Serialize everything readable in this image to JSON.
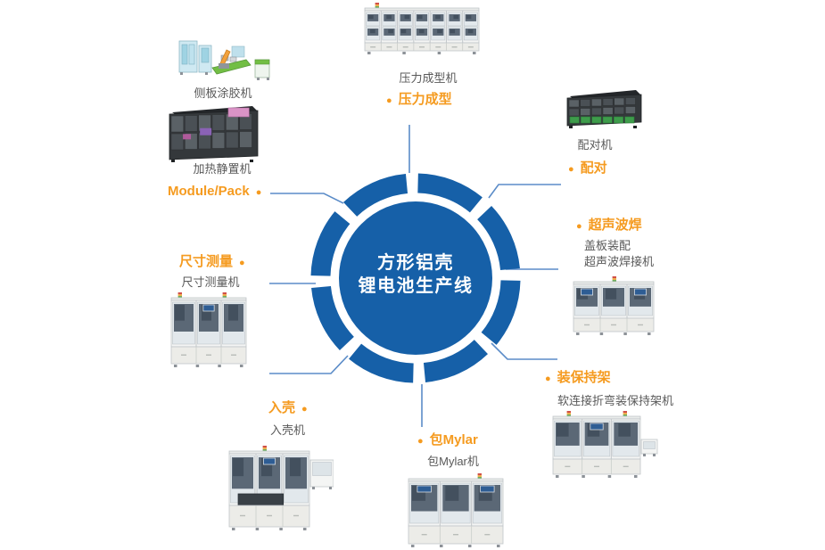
{
  "title": {
    "line1": "方形铝壳",
    "line2": "锂电池生产线"
  },
  "colors": {
    "primary_blue": "#1660A8",
    "connector_blue": "#5B8CC8",
    "accent_orange": "#F59B20",
    "label_gray": "#595959"
  },
  "icons": {
    "bullet": "●"
  },
  "stations": {
    "pressure_forming": {
      "label": "压力成型",
      "machine": "压力成型机"
    },
    "pairing": {
      "label": "配对",
      "machine": "配对机"
    },
    "ultrasonic_welding": {
      "label": "超声波焊",
      "machine_line1": "盖板装配",
      "machine_line2": "超声波焊接机"
    },
    "retainer": {
      "label": "装保持架",
      "machine": "软连接折弯装保持架机"
    },
    "mylar": {
      "label": "包Mylar",
      "machine": "包Mylar机"
    },
    "casing": {
      "label": "入壳",
      "machine": "入壳机"
    },
    "measuring": {
      "label": "尺寸测量",
      "machine": "尺寸测量机"
    },
    "module_pack": {
      "label": "Module/Pack",
      "machine_gluing": "侧板涂胶机",
      "machine_heating": "加热静置机"
    }
  }
}
